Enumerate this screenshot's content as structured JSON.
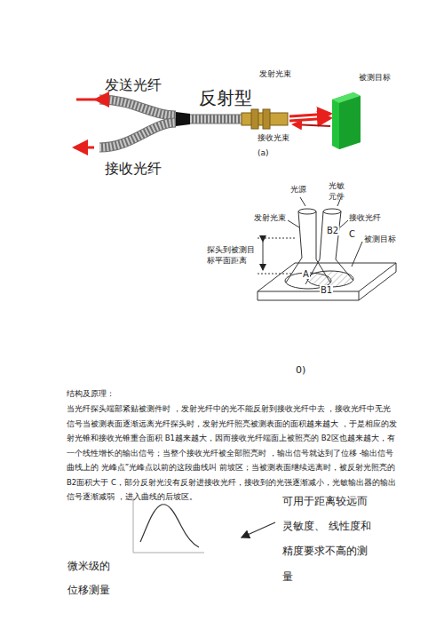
{
  "diagram": {
    "labels": [
      "发送光纤",
      "反射型",
      "接收光纤",
      "发射光束",
      "被测目标",
      "接收光束",
      "(a)",
      "光源",
      "光敏元件",
      "发射光束",
      "接收光纤",
      "被测目标",
      "探头到被测目标平面距离",
      "C",
      "B2",
      "A",
      "B1",
      "0)",
      "结构及原理：",
      "当光纤探头端部紧贴被测件时 ，发射光纤中的光不能反射到接收光纤中去 ，接收光纤中无光信号当被测表面逐渐远离光纤探头时，发射光纤照亮被测表面的面积越来越大 ，于是相应的发射光锥和接收光锥重合面积 B1越来越大，因而接收光纤端面上被照亮的 B2区也越来越大，有一个线性增长的输出信号；当整个接收光纤被全部照亮时 ，输出信号就达到了位移 -输出信号曲线上的 光峰点”光峰点以前的这段曲线叫 前坡区；当被测表面继续远离时，被反射光照亮的 B2面积大于 C，部分反射光没有反射进接收光纤，接收到的光强逐渐减小，光敏输出器的输出信号逐渐减弱 ，进入曲线的后坡区。",
      "可用于距离较远而灵敏度、 线性度和精度要求不高的测量",
      "微米级的位移测量"
    ]
  }
}
